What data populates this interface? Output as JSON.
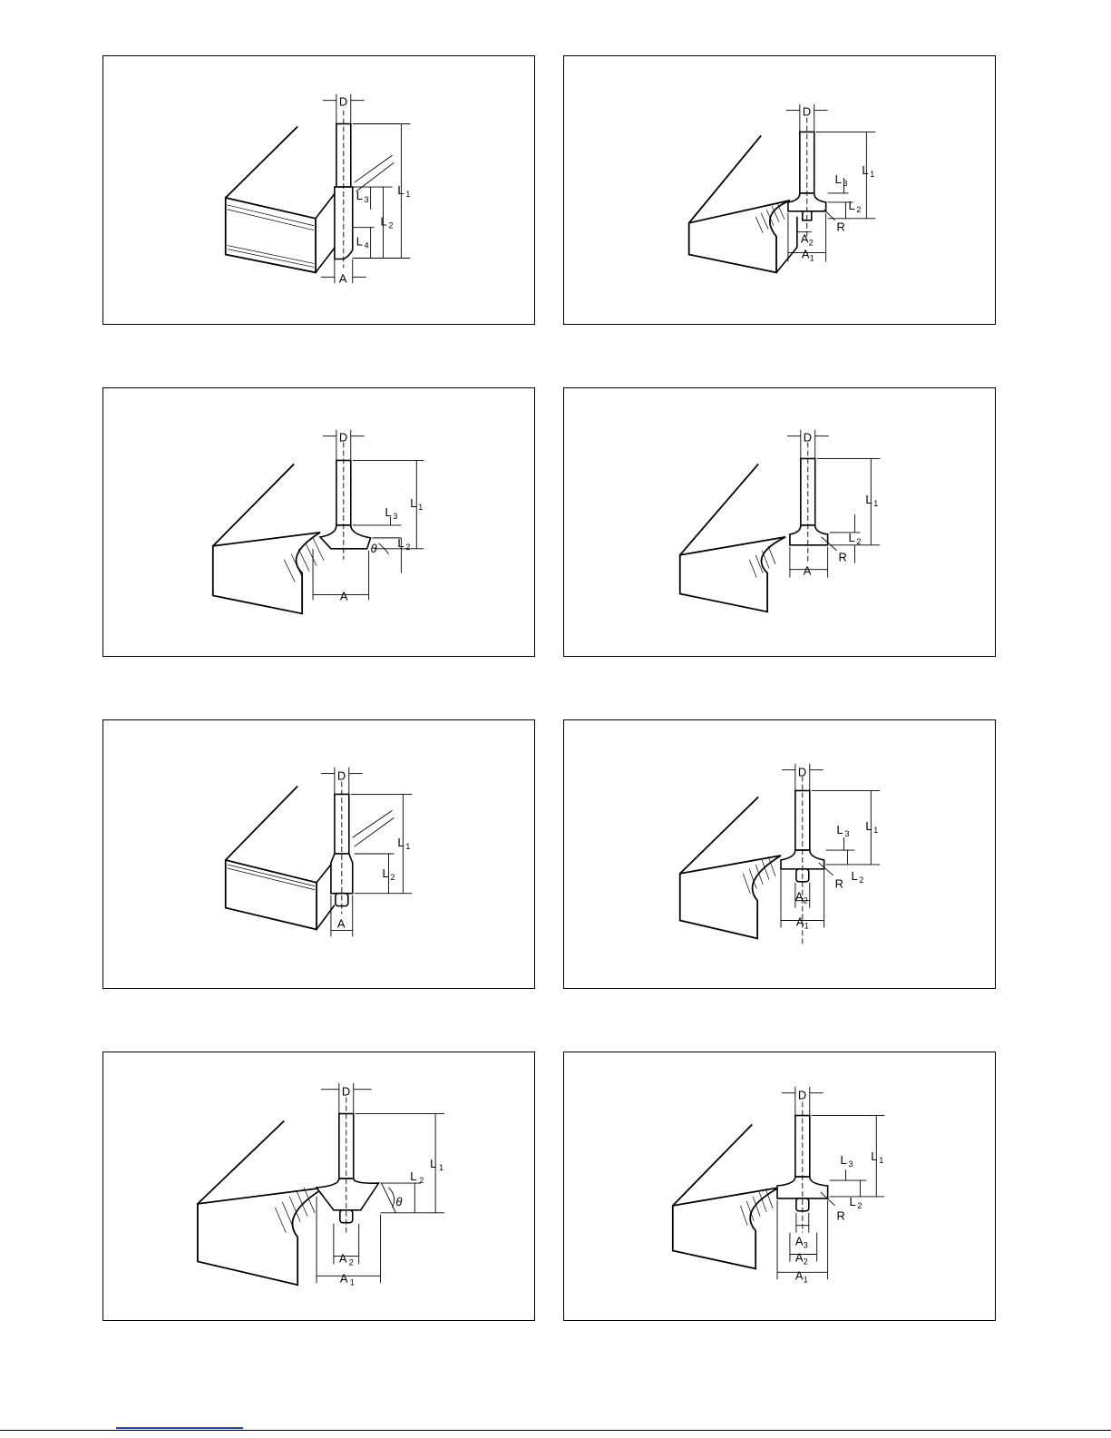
{
  "panels": [
    {
      "id": "p1",
      "labels": {
        "d": "D",
        "l1": "L",
        "l1s": "1",
        "l2": "L",
        "l2s": "2",
        "l3": "L",
        "l3s": "3",
        "l4": "L",
        "l4s": "4",
        "a": "A"
      }
    },
    {
      "id": "p2",
      "labels": {
        "d": "D",
        "l1": "L",
        "l1s": "1",
        "l2": "L",
        "l2s": "2",
        "l3": "L",
        "l3s": "3",
        "r": "R",
        "a1": "A",
        "a1s": "1",
        "a2": "A",
        "a2s": "2"
      }
    },
    {
      "id": "p3",
      "labels": {
        "d": "D",
        "l1": "L",
        "l1s": "1",
        "l2": "L",
        "l2s": "2",
        "l3": "L",
        "l3s": "3",
        "theta": "θ",
        "a": "A"
      }
    },
    {
      "id": "p4",
      "labels": {
        "d": "D",
        "l1": "L",
        "l1s": "1",
        "l2": "L",
        "l2s": "2",
        "r": "R",
        "a": "A"
      }
    },
    {
      "id": "p5",
      "labels": {
        "d": "D",
        "l1": "L",
        "l1s": "1",
        "l2": "L",
        "l2s": "2",
        "a": "A"
      }
    },
    {
      "id": "p6",
      "labels": {
        "d": "D",
        "l1": "L",
        "l1s": "1",
        "l2": "L",
        "l2s": "2",
        "l3": "L",
        "l3s": "3",
        "r": "R",
        "a1": "A",
        "a1s": "1",
        "a2": "A",
        "a2s": "2"
      }
    },
    {
      "id": "p7",
      "labels": {
        "d": "D",
        "l1": "L",
        "l1s": "1",
        "l2": "L",
        "l2s": "2",
        "theta": "θ",
        "a1": "A",
        "a1s": "1",
        "a2": "A",
        "a2s": "2"
      }
    },
    {
      "id": "p8",
      "labels": {
        "d": "D",
        "l1": "L",
        "l1s": "1",
        "l2": "L",
        "l2s": "2",
        "l3": "L",
        "l3s": "3",
        "r": "R",
        "a1": "A",
        "a1s": "1",
        "a2": "A",
        "a2s": "2",
        "a3": "A",
        "a3s": "3"
      }
    }
  ]
}
